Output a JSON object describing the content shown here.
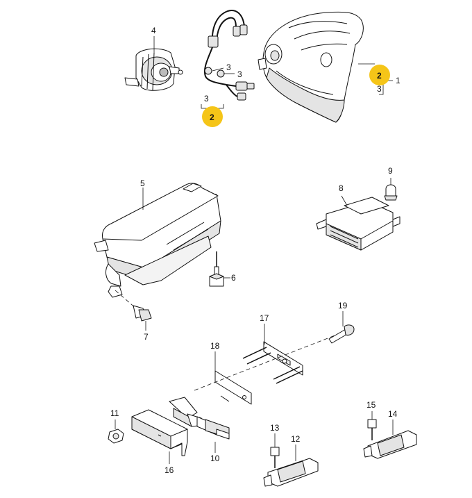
{
  "diagram": {
    "accent_color": "#f5c518",
    "callouts": [
      {
        "id": "c1",
        "text": "1"
      },
      {
        "id": "c2a",
        "text": "2",
        "highlighted": true
      },
      {
        "id": "c3a",
        "text": "3"
      },
      {
        "id": "c2b",
        "text": "2",
        "highlighted": true
      },
      {
        "id": "c3b",
        "text": "3"
      },
      {
        "id": "c3c",
        "text": "3"
      },
      {
        "id": "c3d",
        "text": "3"
      },
      {
        "id": "c4",
        "text": "4"
      },
      {
        "id": "c5",
        "text": "5"
      },
      {
        "id": "c6",
        "text": "6"
      },
      {
        "id": "c7",
        "text": "7"
      },
      {
        "id": "c8",
        "text": "8"
      },
      {
        "id": "c9",
        "text": "9"
      },
      {
        "id": "c10",
        "text": "10"
      },
      {
        "id": "c11",
        "text": "11"
      },
      {
        "id": "c12",
        "text": "12"
      },
      {
        "id": "c13",
        "text": "13"
      },
      {
        "id": "c14",
        "text": "14"
      },
      {
        "id": "c15",
        "text": "15"
      },
      {
        "id": "c16",
        "text": "16"
      },
      {
        "id": "c17",
        "text": "17"
      },
      {
        "id": "c18",
        "text": "18"
      },
      {
        "id": "c19",
        "text": "19"
      }
    ]
  }
}
